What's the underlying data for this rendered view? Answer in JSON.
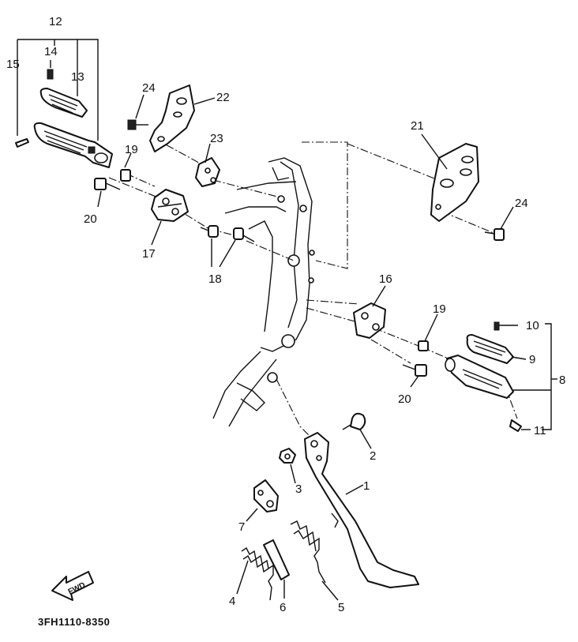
{
  "diagram": {
    "callouts": {
      "c1": "1",
      "c2": "2",
      "c3": "3",
      "c4": "4",
      "c5": "5",
      "c6": "6",
      "c7": "7",
      "c8": "8",
      "c9": "9",
      "c10": "10",
      "c11": "11",
      "c12": "12",
      "c13": "13",
      "c14": "14",
      "c15": "15",
      "c16": "16",
      "c17": "17",
      "c18": "18",
      "c19a": "19",
      "c19b": "19",
      "c20a": "20",
      "c20b": "20",
      "c21": "21",
      "c22": "22",
      "c23": "23",
      "c24a": "24",
      "c24b": "24"
    },
    "direction_marker": "FWD",
    "drawing_code": "3FH1110-8350"
  }
}
